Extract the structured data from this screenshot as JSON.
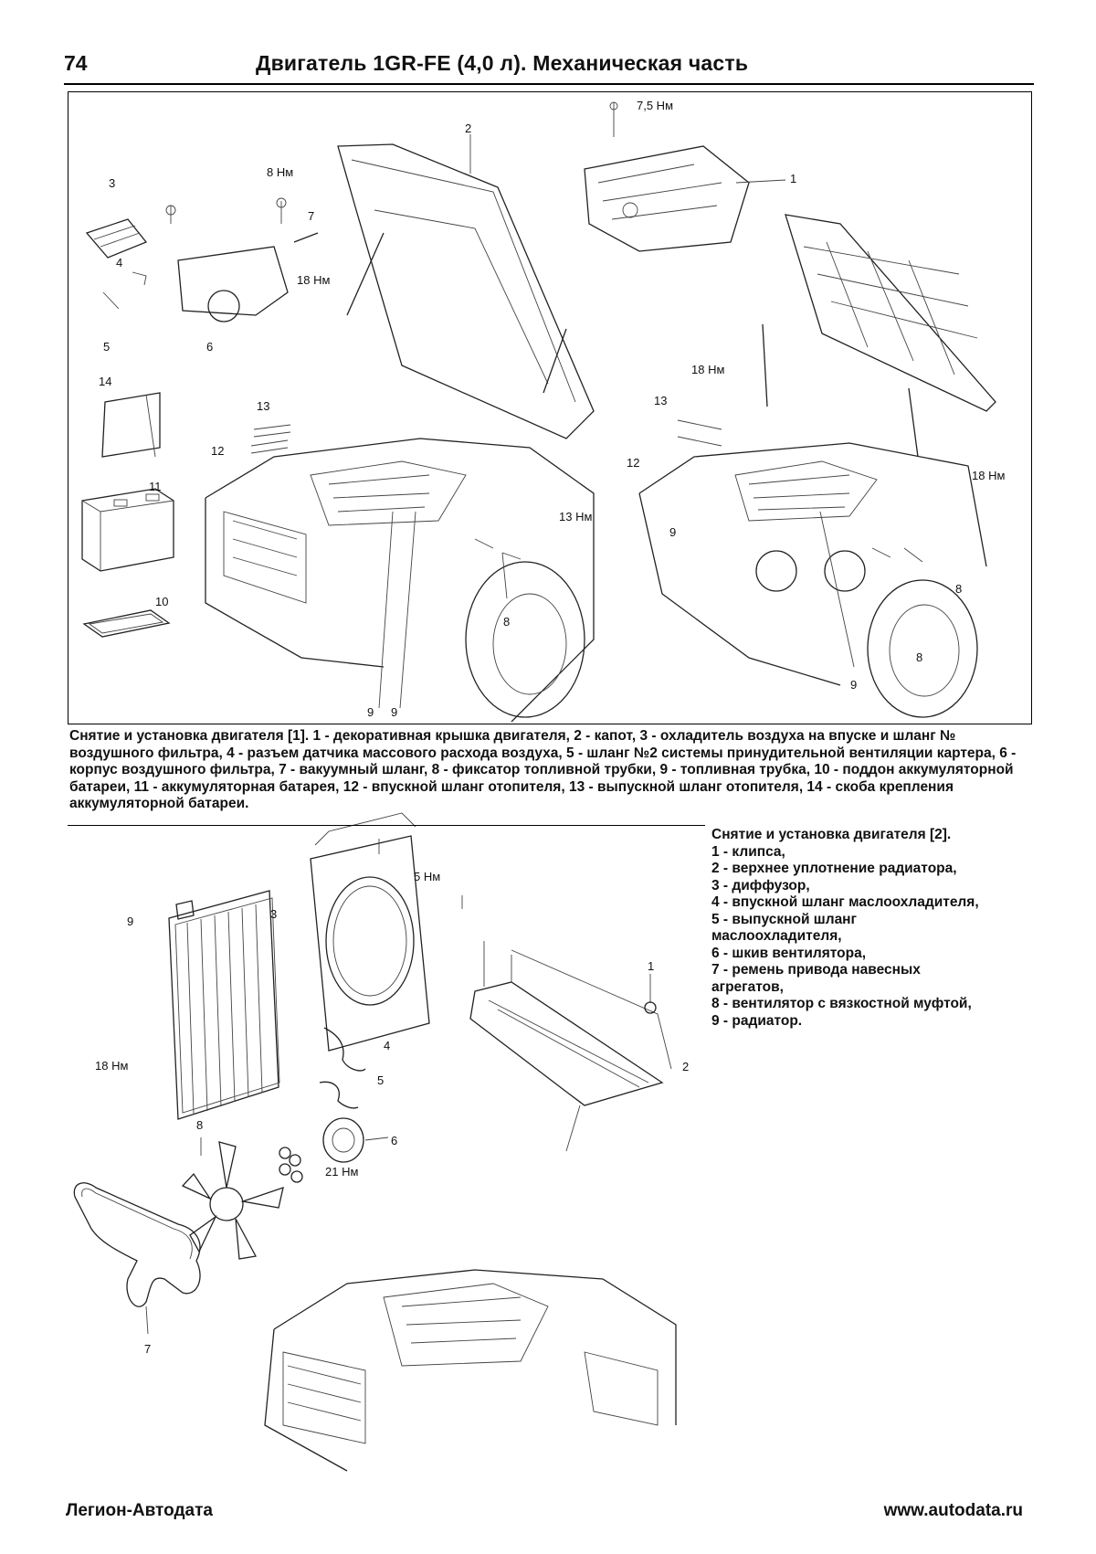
{
  "header": {
    "page_number": "74",
    "title": "Двигатель 1GR-FE (4,0 л). Механическая часть"
  },
  "figure1": {
    "callouts": [
      "1",
      "2",
      "3",
      "4",
      "5",
      "6",
      "7",
      "8",
      "8",
      "8",
      "9",
      "9",
      "9",
      "9",
      "10",
      "11",
      "12",
      "12",
      "13",
      "13",
      "14"
    ],
    "torques": {
      "t75": "7,5 Нм",
      "t8": "8 Нм",
      "t18a": "18 Нм",
      "t18b": "18 Нм",
      "t18c": "18 Нм",
      "t13": "13 Нм"
    },
    "caption": "Снятие и установка двигателя [1]. 1 - декоративная крышка двигателя, 2 - капот, 3 - охладитель воздуха на впуске и шланг № воздушного фильтра, 4 - разъем датчика массового расхода воздуха, 5 - шланг №2 системы принудительной вентиляции картера, 6 - корпус воздушного фильтра, 7 - вакуумный шланг, 8 - фиксатор топливной трубки, 9 - топливная трубка, 10 - поддон аккумуляторной батареи, 11 - аккумуляторная батарея, 12 - впускной шланг отопителя, 13 - выпускной шланг отопителя, 14 - скоба крепления аккумуляторной батареи."
  },
  "figure2": {
    "torques": {
      "t5": "5 Нм",
      "t18": "18 Нм",
      "t21": "21 Нм"
    },
    "caption_title": "Снятие и установка двигателя [2].",
    "legend": [
      "1 - клипса,",
      "2 - верхнее уплотнение радиатора,",
      "3 - диффузор,",
      "4 - впускной шланг маслоохладителя,",
      "5 - выпускной шланг маслоохладителя,",
      "6 - шкив вентилятора,",
      "7 - ремень привода навесных агрегатов,",
      "8 - вентилятор с вязкостной муфтой,",
      "9 - радиатор."
    ]
  },
  "footer": {
    "publisher": "Легион-Автодата",
    "url": "www.autodata.ru"
  }
}
